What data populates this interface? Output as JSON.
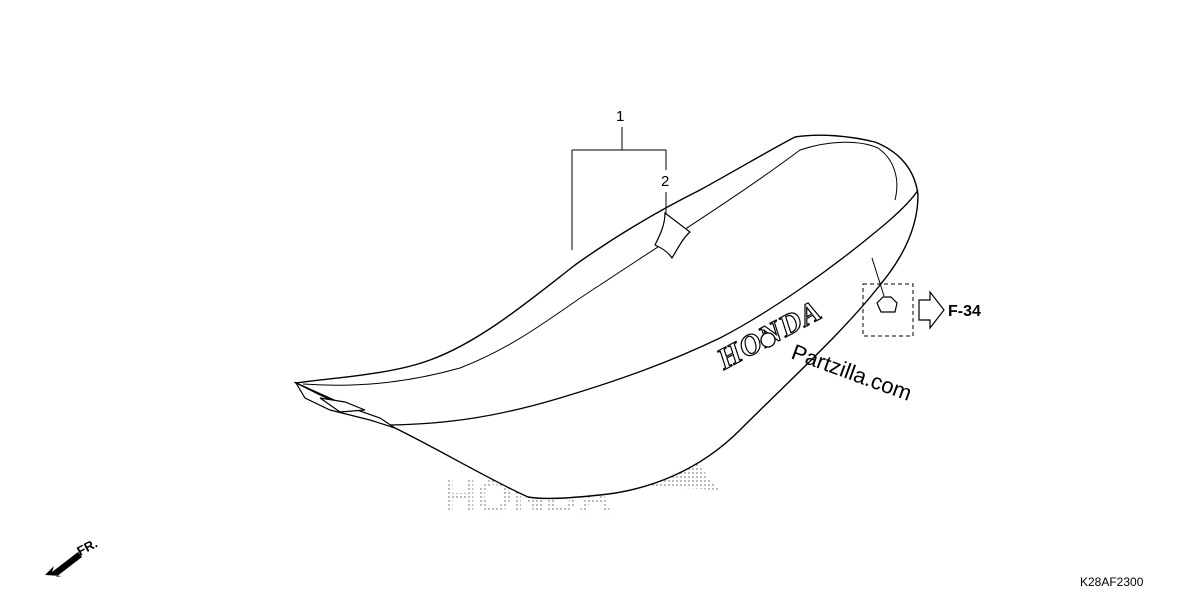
{
  "callouts": [
    {
      "number": "1"
    },
    {
      "number": "2"
    }
  ],
  "seat_logo_text": "HONDA",
  "background_logo_text": "HONDA",
  "reference": {
    "label": "F-34"
  },
  "front_indicator": {
    "label": "FR."
  },
  "watermark": {
    "text": "Partzilla.com"
  },
  "diagram_code": "K28AF2300"
}
